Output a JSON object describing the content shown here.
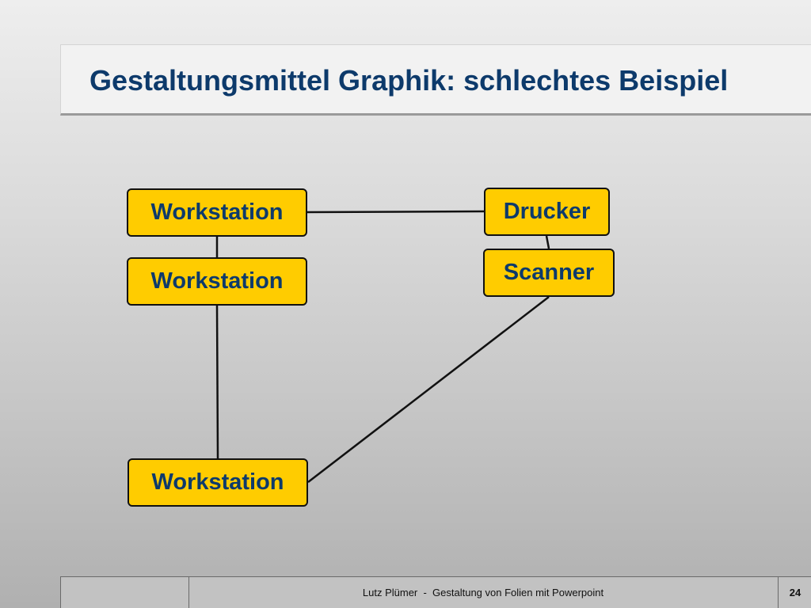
{
  "slide": {
    "title": "Gestaltungsmittel Graphik: schlechtes Beispiel"
  },
  "diagram": {
    "nodes": [
      {
        "id": "ws1",
        "label": "Workstation"
      },
      {
        "id": "ws2",
        "label": "Workstation"
      },
      {
        "id": "ws3",
        "label": "Workstation"
      },
      {
        "id": "drucker",
        "label": "Drucker"
      },
      {
        "id": "scanner",
        "label": "Scanner"
      }
    ],
    "edges": [
      {
        "from": "ws1",
        "to": "drucker"
      },
      {
        "from": "ws1",
        "to": "ws2"
      },
      {
        "from": "ws2",
        "to": "ws3"
      },
      {
        "from": "drucker",
        "to": "scanner"
      },
      {
        "from": "scanner",
        "to": "ws3"
      }
    ]
  },
  "footer": {
    "text": "Lutz Plümer  -  Gestaltung von Folien mit Powerpoint",
    "page_number": "24"
  },
  "colors": {
    "title": "#0d3a6b",
    "node_fill": "#ffcc00",
    "node_border": "#111111",
    "label": "#0d3a6b"
  }
}
